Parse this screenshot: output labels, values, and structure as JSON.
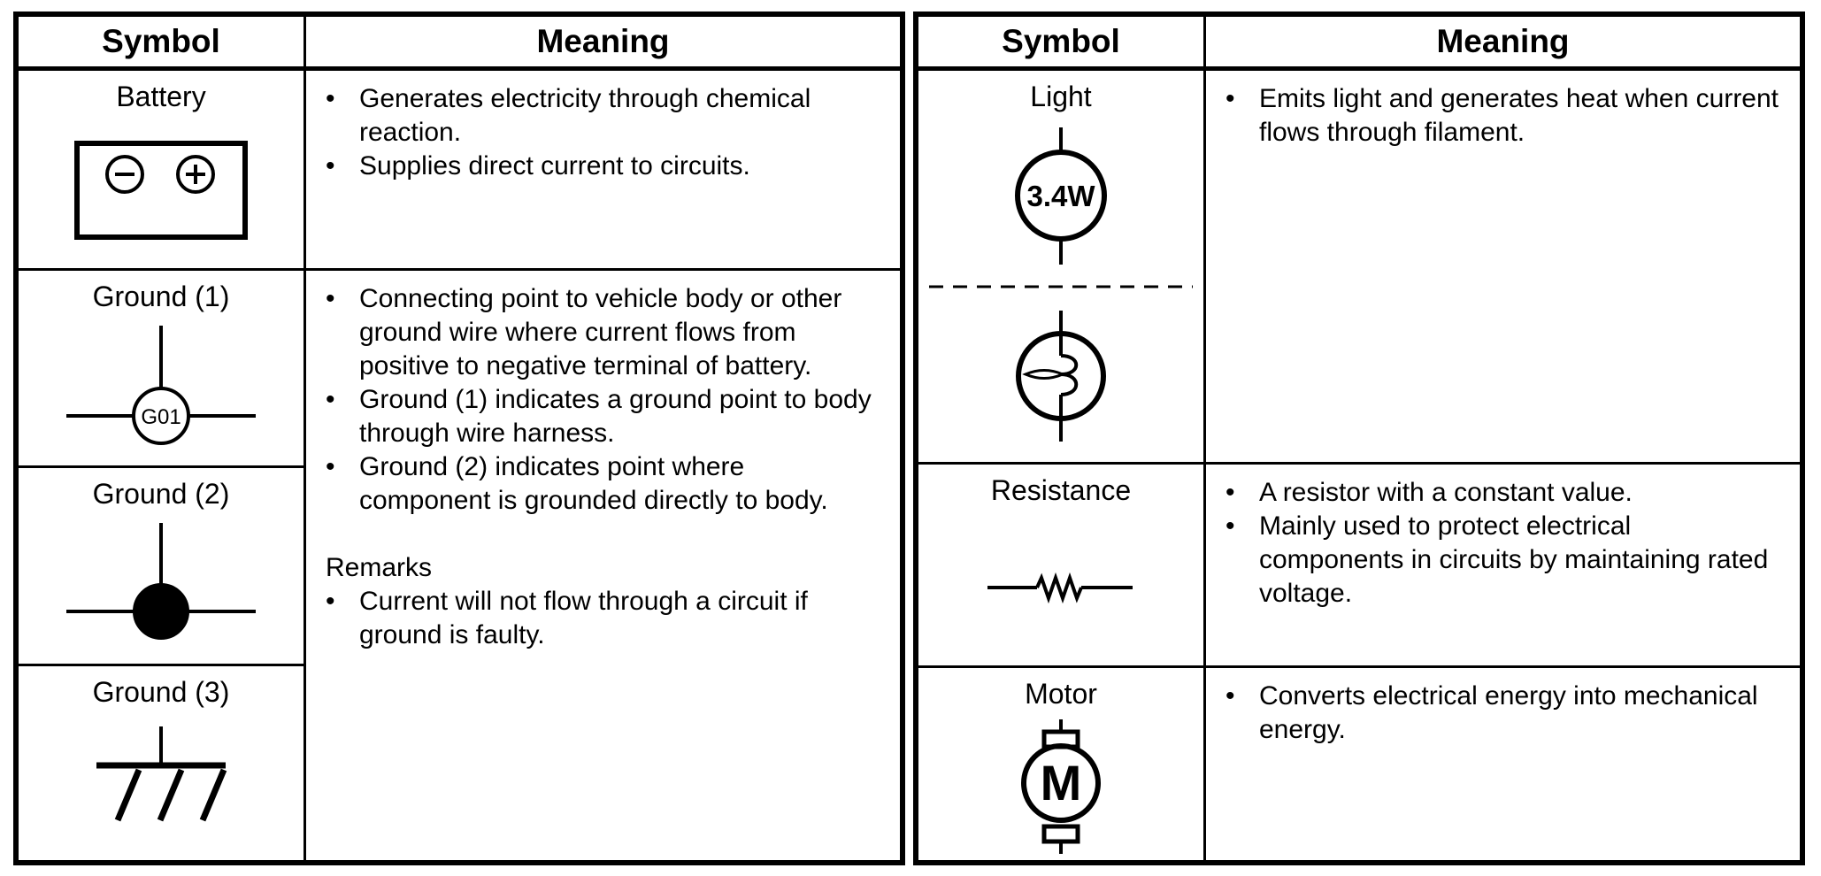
{
  "colors": {
    "ink": "#000000",
    "background": "#ffffff"
  },
  "left_table": {
    "header": {
      "symbol": "Symbol",
      "meaning": "Meaning"
    },
    "battery": {
      "label": "Battery",
      "meaning_bullets": [
        "Generates electricity through chemical reaction.",
        "Supplies direct current to circuits."
      ]
    },
    "ground1": {
      "label": "Ground (1)",
      "ground_point_id": "G01"
    },
    "ground2": {
      "label": "Ground (2)"
    },
    "ground3": {
      "label": "Ground (3)"
    },
    "ground_meaning": {
      "bullets": [
        "Connecting point to vehicle body or other ground wire where current flows from positive to negative terminal of battery.",
        "Ground (1) indicates a ground point to body through wire harness.",
        "Ground (2) indicates point where component is grounded directly to body."
      ],
      "remarks_title": "Remarks",
      "remarks_bullets": [
        "Current will not flow through a circuit if ground is faulty."
      ]
    }
  },
  "right_table": {
    "header": {
      "symbol": "Symbol",
      "meaning": "Meaning"
    },
    "light": {
      "label": "Light",
      "bulb_rating": "3.4W",
      "meaning_bullets": [
        "Emits light and generates heat when current flows through filament."
      ]
    },
    "resistance": {
      "label": "Resistance",
      "meaning_bullets": [
        "A resistor with a constant value.",
        "Mainly used to protect electrical components in circuits by maintaining rated voltage."
      ]
    },
    "motor": {
      "label": "Motor",
      "motor_letter": "M",
      "meaning_bullets": [
        "Converts electrical energy into mechanical energy."
      ]
    }
  }
}
